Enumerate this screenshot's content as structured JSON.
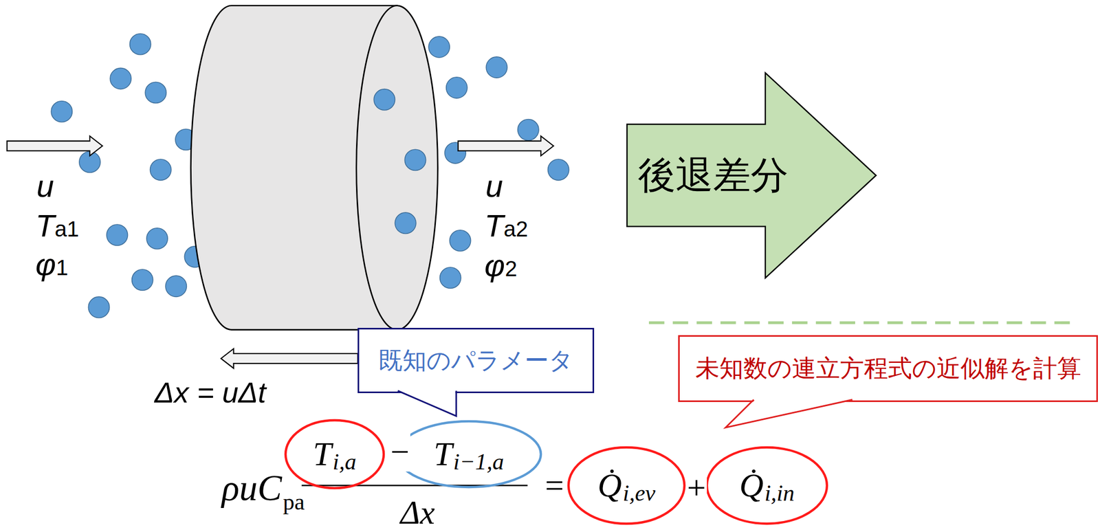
{
  "diagram": {
    "nodes": [
      {
        "text": [
          "後退差分"
        ]
      },
      {
        "text": [
          "既知のパラメータ"
        ]
      },
      {
        "text": [
          "未知数の連立方程式の近似解を計算"
        ]
      },
      {
        "text": [
          "T",
          "i,a"
        ]
      },
      {
        "text": [
          "T",
          "i−1,a"
        ]
      },
      {
        "text": [
          "Q̇",
          "i,ev"
        ]
      },
      {
        "text": [
          "Q̇",
          "i,in"
        ]
      }
    ],
    "labels": [
      "u",
      "Ta1",
      "φ1",
      "u",
      "Ta2",
      "φ2",
      "Δx = uΔt",
      "ρuC",
      "pa",
      "−",
      "Δx",
      "=",
      "+"
    ]
  }
}
